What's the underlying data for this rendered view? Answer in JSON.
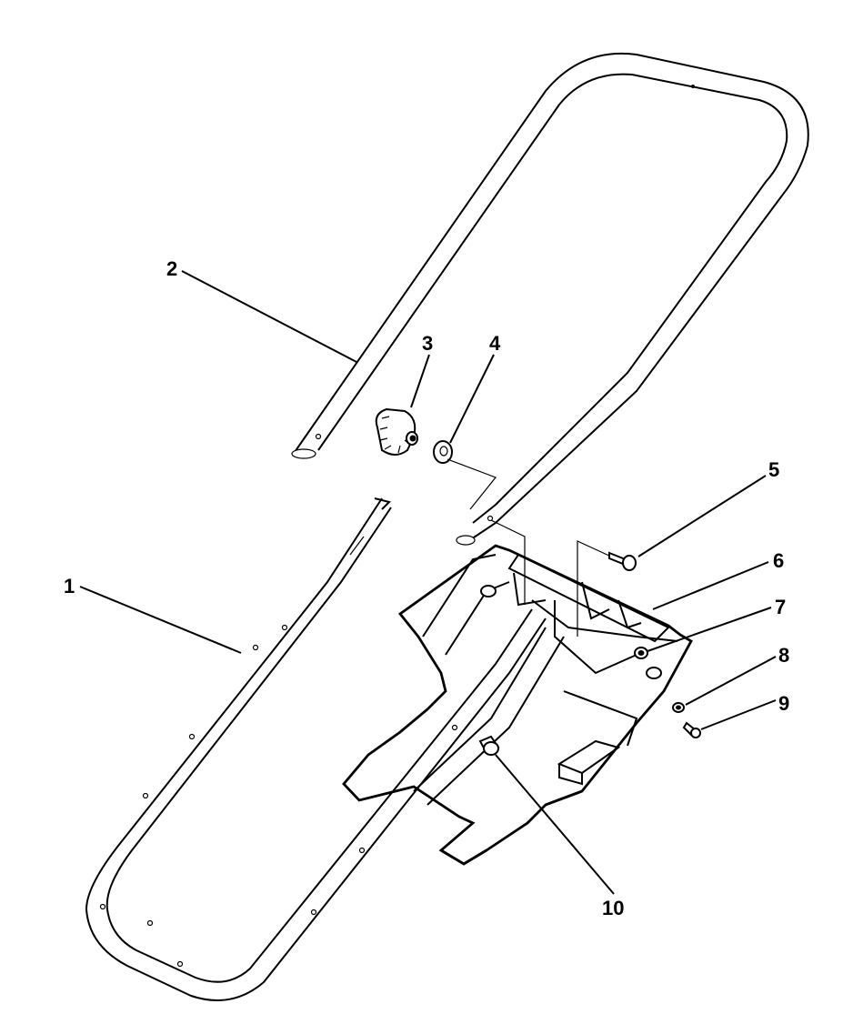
{
  "diagram": {
    "parts": [
      {
        "id": "1",
        "label": "1",
        "name": "lower-handle"
      },
      {
        "id": "2",
        "label": "2",
        "name": "upper-handle"
      },
      {
        "id": "3",
        "label": "3",
        "name": "knob"
      },
      {
        "id": "4",
        "label": "4",
        "name": "washer"
      },
      {
        "id": "5",
        "label": "5",
        "name": "bolt"
      },
      {
        "id": "6",
        "label": "6",
        "name": "handle-bracket"
      },
      {
        "id": "7",
        "label": "7",
        "name": "nut"
      },
      {
        "id": "8",
        "label": "8",
        "name": "lock-washer"
      },
      {
        "id": "9",
        "label": "9",
        "name": "screw"
      },
      {
        "id": "10",
        "label": "10",
        "name": "plug"
      }
    ],
    "colors": {
      "ink": "#000000",
      "paper": "#ffffff"
    }
  }
}
